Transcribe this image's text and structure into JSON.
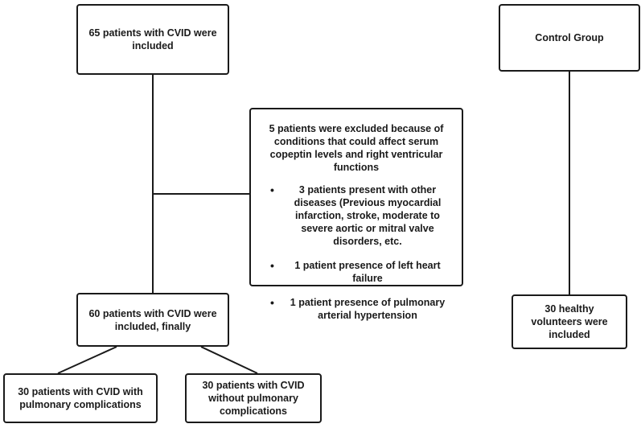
{
  "boxes": {
    "included": "65 patients with CVID were included",
    "control": "Control Group",
    "excluded_title": "5 patients were excluded because of conditions that could affect serum copeptin levels and right ventricular functions",
    "excluded_reasons": [
      "3 patients present with other diseases (Previous myocardial infarction, stroke, moderate to severe aortic or mitral valve disorders, etc.",
      "1 patient presence of left heart failure",
      "1 patient presence of pulmonary arterial hypertension"
    ],
    "final": "60 patients with CVID were included, finally",
    "volunteers": "30 healthy volunteers were included",
    "with_complications": "30 patients with CVID with pulmonary complications",
    "without_complications": "30 patients with CVID without pulmonary complications"
  },
  "colors": {
    "line": "#1a1a1a",
    "border": "#1a1a1a"
  }
}
